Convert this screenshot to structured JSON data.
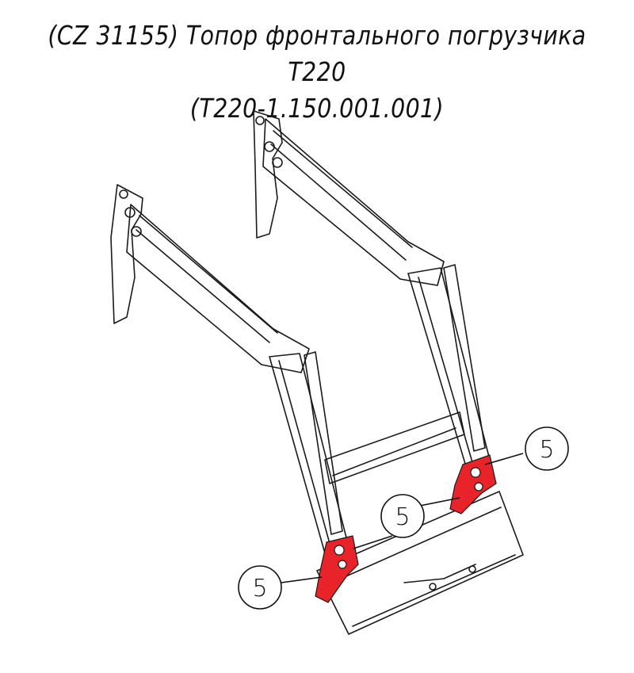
{
  "title": {
    "line1": "(CZ 31155) Топор фронтального погрузчика T220",
    "line2": "(T220-1.150.001.001)"
  },
  "callouts": [
    {
      "label": "5"
    },
    {
      "label": "5"
    },
    {
      "label": "5"
    }
  ],
  "colors": {
    "highlight": "#e8242a",
    "line": "#1a1a1a",
    "background": "#ffffff"
  }
}
